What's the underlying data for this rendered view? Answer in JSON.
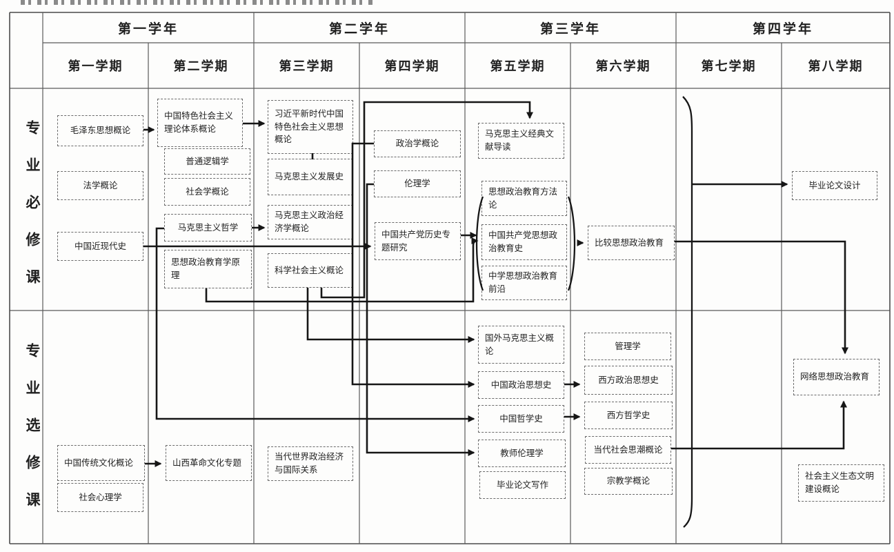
{
  "header": {
    "years": [
      "第一学年",
      "第二学年",
      "第三学年",
      "第四学年"
    ],
    "semesters": [
      "第一学期",
      "第二学期",
      "第三学期",
      "第四学期",
      "第五学期",
      "第六学期",
      "第七学期",
      "第八学期"
    ]
  },
  "sections": {
    "required": {
      "label": "专业必修课"
    },
    "elective": {
      "label": "专业选修课"
    }
  },
  "courses": {
    "required": {
      "s1": [
        "毛泽东思想概论",
        "法学概论",
        "中国近现代史"
      ],
      "s2": [
        "中国特色社会主义理论体系概论",
        "普通逻辑学",
        "社会学概论",
        "马克思主义哲学",
        "思想政治教育学原理"
      ],
      "s3": [
        "习近平新时代中国特色社会主义思想概论",
        "马克思主义发展史",
        "马克思主义政治经济学概论",
        "科学社会主义概论"
      ],
      "s4": [
        "政治学概论",
        "伦理学",
        "中国共产党历史专题研究"
      ],
      "s5": [
        "马克思主义经典文献导读",
        "思想政治教育方法论",
        "中国共产党思想政治教育史",
        "中学思想政治教育前沿"
      ],
      "s6": [
        "比较思想政治教育"
      ],
      "s8": [
        "毕业论文设计"
      ]
    },
    "elective": {
      "s1": [
        "中国传统文化概论",
        "社会心理学"
      ],
      "s2": [
        "山西革命文化专题"
      ],
      "s3": [
        "当代世界政治经济与国际关系"
      ],
      "s5": [
        "国外马克思主义概论",
        "中国政治思想史",
        "中国哲学史",
        "教师伦理学",
        "毕业论文写作"
      ],
      "s6": [
        "管理学",
        "西方政治思想史",
        "西方哲学史",
        "当代社会思潮概论",
        "宗教学概论"
      ],
      "s8": [
        "网络思想政治教育",
        "社会主义生态文明建设概论"
      ]
    }
  },
  "brace_group": [
    "思想政治教育方法论",
    "中国共产党思想政治教育史",
    "中学思想政治教育前沿"
  ],
  "connections": [
    {
      "from": "毛泽东思想概论",
      "to": "中国特色社会主义理论体系概论"
    },
    {
      "from": "中国特色社会主义理论体系概论",
      "to": "习近平新时代中国特色社会主义思想概论"
    },
    {
      "from": "习近平新时代中国特色社会主义思想概论",
      "to": "马克思主义发展史"
    },
    {
      "from": "马克思主义哲学",
      "to": "马克思主义政治经济学概论"
    },
    {
      "from": "中国近现代史",
      "to": "中国共产党历史专题研究"
    },
    {
      "from": "马克思主义哲学",
      "to": "中国哲学史"
    },
    {
      "from": "思想政治教育学原理",
      "to": "中国共产党思想政治教育史"
    },
    {
      "from": "中国共产党历史专题研究",
      "to": "中国共产党思想政治教育史"
    },
    {
      "from": "科学社会主义概论",
      "to": "马克思主义经典文献导读"
    },
    {
      "from": "科学社会主义概论",
      "to": "国外马克思主义概论"
    },
    {
      "from": "政治学概论",
      "to": "中国政治思想史"
    },
    {
      "from": "伦理学",
      "to": "教师伦理学"
    },
    {
      "from": "思想政治教育方法论/中国共产党思想政治教育史/中学思想政治教育前沿",
      "to": "比较思想政治教育"
    },
    {
      "from": "比较思想政治教育",
      "to": "网络思想政治教育"
    },
    {
      "from": "第七学期汇总",
      "to": "毕业论文设计"
    },
    {
      "from": "当代社会思潮概论",
      "to": "网络思想政治教育"
    },
    {
      "from": "中国传统文化概论",
      "to": "山西革命文化专题"
    },
    {
      "from": "中国政治思想史",
      "to": "西方政治思想史"
    },
    {
      "from": "中国哲学史",
      "to": "西方哲学史"
    }
  ],
  "colors": {
    "line": "#1a1a1a",
    "box_border": "#666666",
    "grid": "#5a5a5a",
    "background": "#fdfdfc"
  }
}
